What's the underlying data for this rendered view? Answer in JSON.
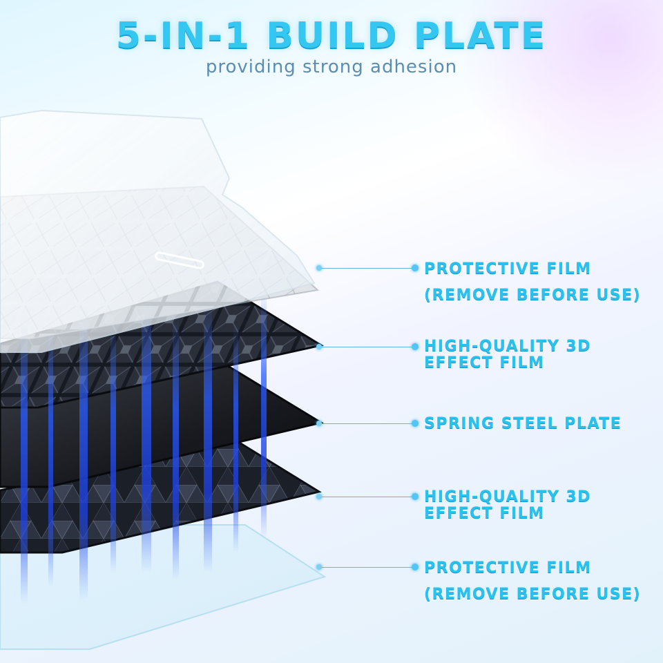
{
  "header": {
    "title": "5-IN-1 BUILD PLATE",
    "subtitle": "providing strong adhesion"
  },
  "layers": [
    {
      "line1": "PROTECTIVE FILM",
      "line2": "(REMOVE BEFORE USE)"
    },
    {
      "line1": "HIGH-QUALITY 3D",
      "line2": "EFFECT FILM"
    },
    {
      "line1": "SPRING STEEL PLATE",
      "line2": ""
    },
    {
      "line1": "HIGH-QUALITY 3D",
      "line2": "EFFECT FILM"
    },
    {
      "line1": "PROTECTIVE FILM",
      "line2": "(REMOVE BEFORE USE)"
    }
  ],
  "colors": {
    "title": "#33c7f2",
    "subtitle": "#5b8db0",
    "label": "#29c2ef",
    "leader": "#5fb7df",
    "glow": "#2a5cff"
  }
}
